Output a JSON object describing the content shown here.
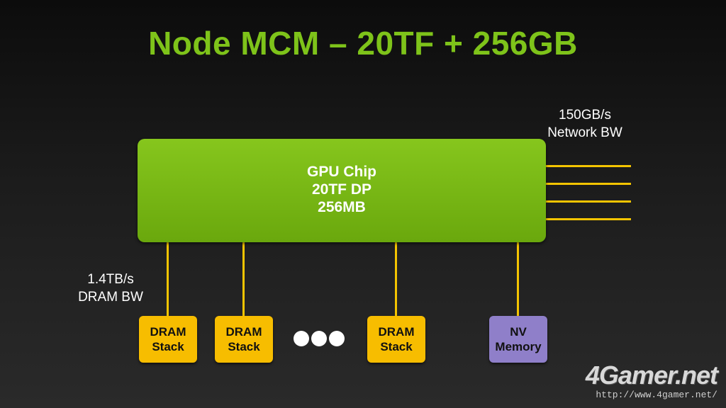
{
  "title": "Node MCM – 20TF + 256GB",
  "gpu": {
    "line1": "GPU Chip",
    "line2": "20TF DP",
    "line3": "256MB"
  },
  "network_bw": {
    "line1": "150GB/s",
    "line2": "Network BW"
  },
  "dram_bw": {
    "line1": "1.4TB/s",
    "line2": "DRAM BW"
  },
  "boxes": [
    {
      "line1": "DRAM",
      "line2": "Stack",
      "color": "#f7bd00"
    },
    {
      "line1": "DRAM",
      "line2": "Stack",
      "color": "#f7bd00"
    },
    {
      "line1": "DRAM",
      "line2": "Stack",
      "color": "#f7bd00"
    },
    {
      "line1": "NV",
      "line2": "Memory",
      "color": "#8f7fc9"
    }
  ],
  "watermark": {
    "logo": "4Gamer.net",
    "url": "http://www.4gamer.net/"
  },
  "colors": {
    "title": "#7ec31a",
    "gpu": "#7ab716",
    "wire": "#f4c400"
  }
}
